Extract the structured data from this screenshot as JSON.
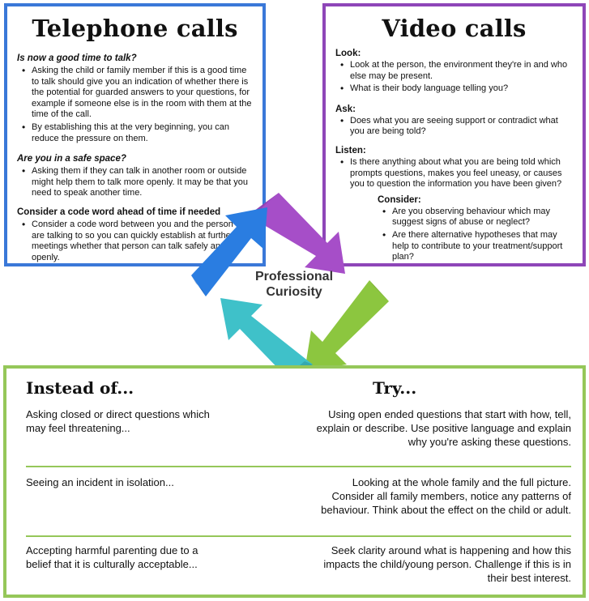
{
  "telephone": {
    "title": "Telephone calls",
    "sections": [
      {
        "heading": "Is now a good time to talk?",
        "bullets": [
          "Asking the child or family member if this is a good time to talk should give you an indication of whether there is the potential for guarded answers to your questions, for example if someone else is in the room with them at the time of the call.",
          "By establishing this at the very beginning, you can reduce the pressure on them."
        ]
      },
      {
        "heading": "Are you in a safe space?",
        "bullets": [
          "Asking them if they can talk in another room or outside might help them to talk more openly. It may be that you need to speak another time."
        ]
      },
      {
        "heading": "Consider a code word ahead of time if needed",
        "bullets": [
          "Consider a code word between you and the person you are talking to so you can quickly establish at further meetings whether that person can talk safely and openly."
        ]
      }
    ]
  },
  "video": {
    "title": "Video calls",
    "sections": [
      {
        "heading": "Look:",
        "bullets": [
          "Look at the person, the environment they're in and who else may be present.",
          "What is their body language telling you?"
        ]
      },
      {
        "heading": "Ask:",
        "bullets": [
          "Does what you are seeing support or contradict what you are being told?"
        ]
      },
      {
        "heading": "Listen:",
        "bullets": [
          "Is there anything about what you are being told which prompts questions, makes you feel uneasy, or causes you to question the information you have been given?"
        ]
      }
    ],
    "consider": {
      "heading": "Consider:",
      "bullets": [
        "Are you observing behaviour which may suggest signs of abuse or neglect?",
        "Are there alternative hypotheses that may help to contribute to your treatment/support plan?"
      ]
    }
  },
  "centre": {
    "line1": "Professional",
    "line2": "Curiosity",
    "colors": {
      "purple": "#a64ec8",
      "green": "#8cc63f",
      "teal": "#3fc1c9",
      "blue": "#2a7de1"
    }
  },
  "comparison": {
    "instead_heading": "Instead of...",
    "try_heading": "Try...",
    "rows": [
      {
        "instead": "Asking closed or direct questions which may feel threatening...",
        "try": "Using open ended questions that start with how, tell, explain or describe. Use positive language and explain why you're asking these questions."
      },
      {
        "instead": "Seeing an incident in isolation...",
        "try": "Looking at the whole family and the full picture. Consider all family members, notice any patterns of behaviour. Think about the effect on the child or adult."
      },
      {
        "instead": "Accepting harmful parenting due to a belief that it is culturally acceptable...",
        "try": "Seek clarity around what is happening and how this impacts the child/young person. Challenge if this is in their best interest."
      }
    ]
  }
}
